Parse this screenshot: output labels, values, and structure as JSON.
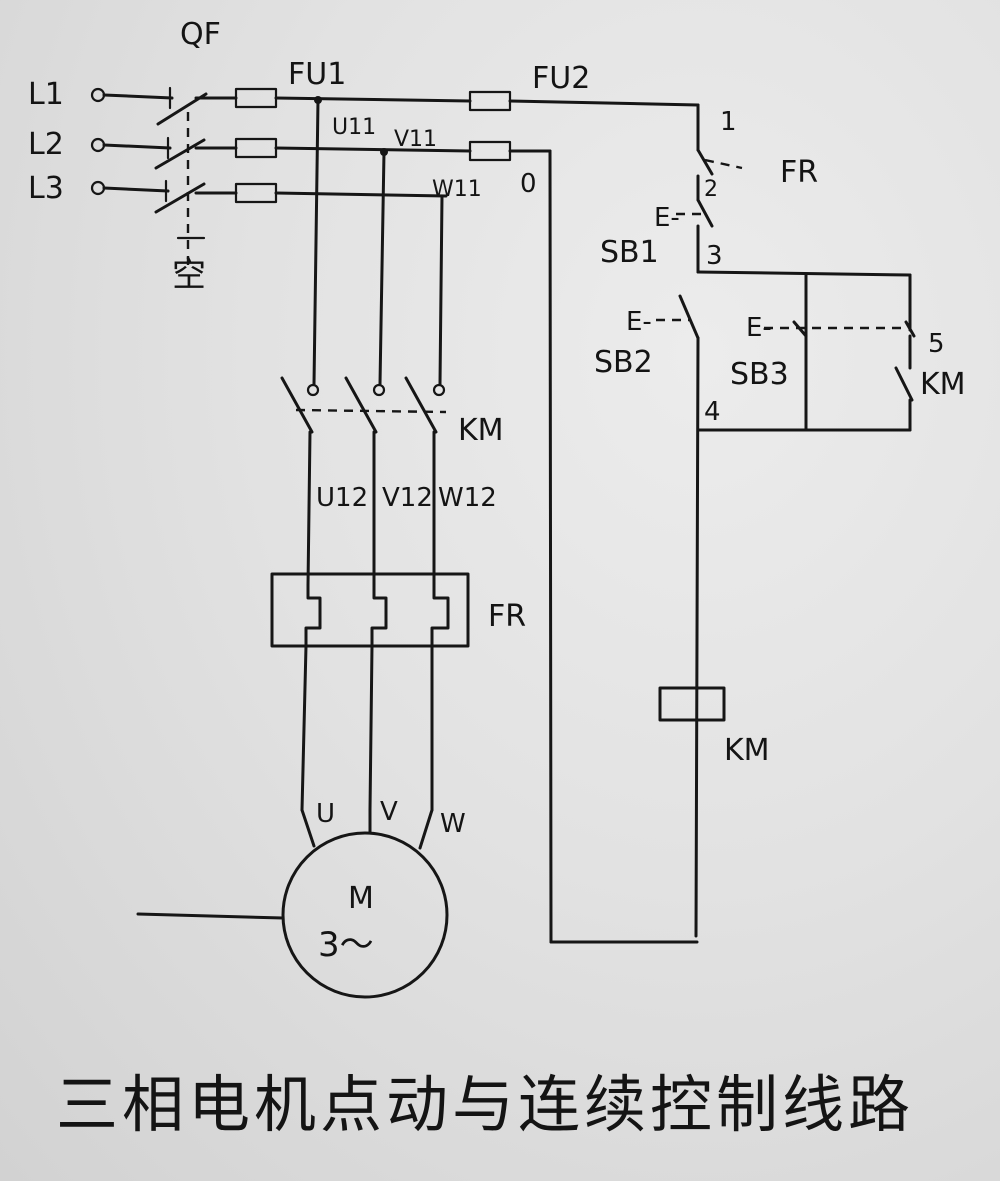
{
  "diagram": {
    "title": "三相电机点动与连续控制线路",
    "power": {
      "lines": [
        "L1",
        "L2",
        "L3"
      ],
      "breaker_label": "QF",
      "breaker_note": "空",
      "main_fuse": "FU1",
      "control_fuse": "FU2",
      "bus_labels": [
        "U11",
        "V11",
        "W11"
      ],
      "contactor_main": "KM",
      "contactor_out_labels": [
        "U12",
        "V12",
        "W12"
      ],
      "overload_label": "FR",
      "motor_terminals": [
        "U",
        "V",
        "W"
      ],
      "motor_name": "M",
      "motor_type": "3～"
    },
    "control": {
      "nodes": [
        "1",
        "2",
        "3",
        "4",
        "5",
        "0"
      ],
      "overload_contact": "FR",
      "stop_button": "SB1",
      "jog_button": "SB2",
      "run_button": "SB3",
      "aux_contact": "KM",
      "coil": "KM",
      "button_marks": [
        "E-",
        "E-",
        "E-"
      ]
    }
  }
}
